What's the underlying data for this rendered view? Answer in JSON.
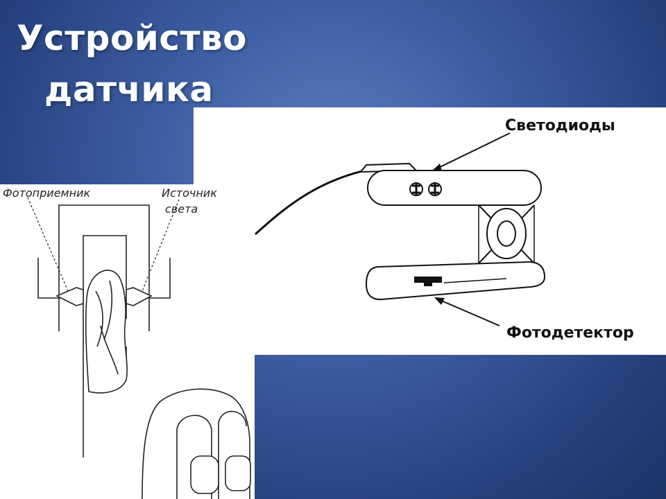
{
  "slide": {
    "title_line1": "Устройство",
    "title_line2": "датчика"
  },
  "clip_diagram": {
    "label_leds": "Светодиоды",
    "label_photodetector": "Фотодетектор"
  },
  "finger_diagram": {
    "label_receiver": "Фотоприемник",
    "label_source_line1": "Источник",
    "label_source_line2": "света"
  },
  "colors": {
    "background": "#3e5ea3",
    "title": "#ffffff",
    "ink": "#111111"
  }
}
